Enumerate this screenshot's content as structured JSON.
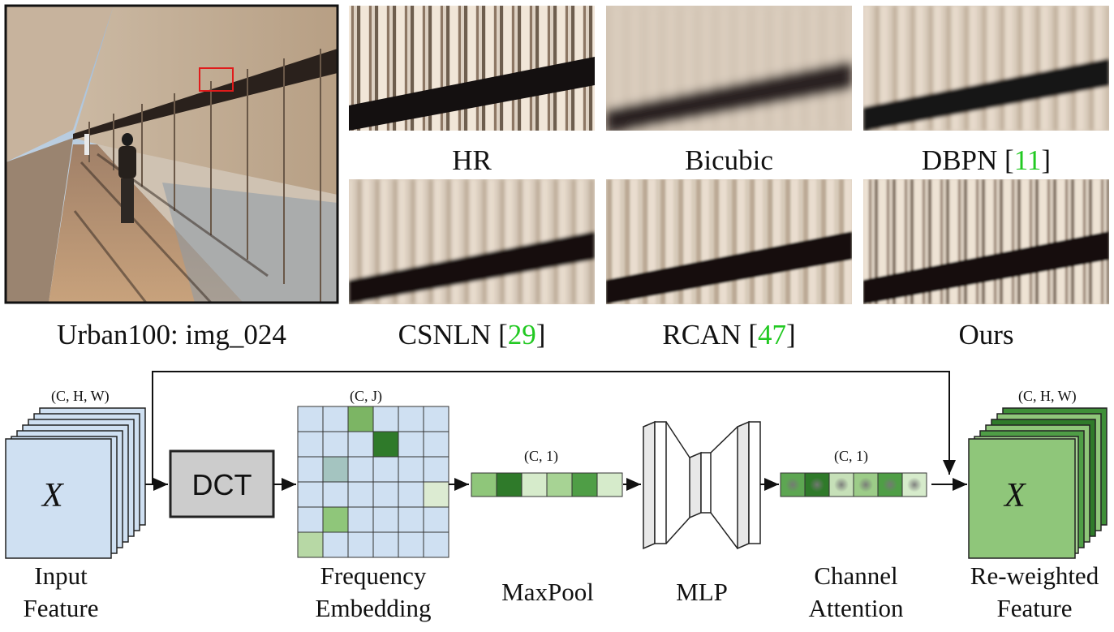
{
  "figure_top": {
    "main_image_caption": "Urban100: img_024",
    "panels": [
      {
        "label": "HR",
        "ref": ""
      },
      {
        "label": "Bicubic",
        "ref": ""
      },
      {
        "label": "DBPN",
        "ref": "11"
      },
      {
        "label": "CSNLN",
        "ref": "29"
      },
      {
        "label": "RCAN",
        "ref": "47"
      },
      {
        "label": "Ours",
        "ref": ""
      }
    ],
    "ref_color": "#22c922"
  },
  "diagram": {
    "input_dim": "(C, H, W)",
    "input_symbol": "X",
    "input_label_1": "Input",
    "input_label_2": "Feature",
    "dct_label": "DCT",
    "freq_dim": "(C, J)",
    "freq_label_1": "Frequency",
    "freq_label_2": "Embedding",
    "maxpool_dim": "(C, 1)",
    "maxpool_label": "MaxPool",
    "mlp_label": "MLP",
    "attn_dim": "(C, 1)",
    "attn_label_1": "Channel",
    "attn_label_2": "Attention",
    "output_dim": "(C, H, W)",
    "output_symbol": "X",
    "output_label_1": "Re-weighted",
    "output_label_2": "Feature",
    "colors": {
      "feature_blue": "#cfe0f2",
      "feature_green": "#8fc67a",
      "dark_green": "#2f7a2a",
      "dct_gray": "#cccccc"
    }
  }
}
